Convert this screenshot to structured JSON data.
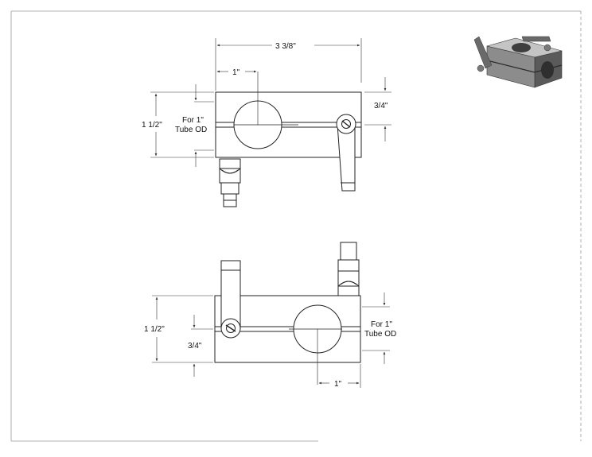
{
  "top_view": {
    "overall_width": "3 3/8\"",
    "bore_offset": "1\"",
    "height": "1 1/2\"",
    "slot_height": "3/4\"",
    "note_line1": "For 1\"",
    "note_line2": "Tube OD"
  },
  "bottom_view": {
    "height": "1 1/2\"",
    "slot_height": "3/4\"",
    "bore_offset": "1\"",
    "note_line1": "For 1\"",
    "note_line2": "Tube OD"
  },
  "colors": {
    "line": "#222222",
    "dim": "#333333",
    "fill_light": "#ffffff",
    "iso_dark": "#5a5a5a",
    "iso_mid": "#8c8c8c",
    "iso_light": "#c4c4c4"
  }
}
